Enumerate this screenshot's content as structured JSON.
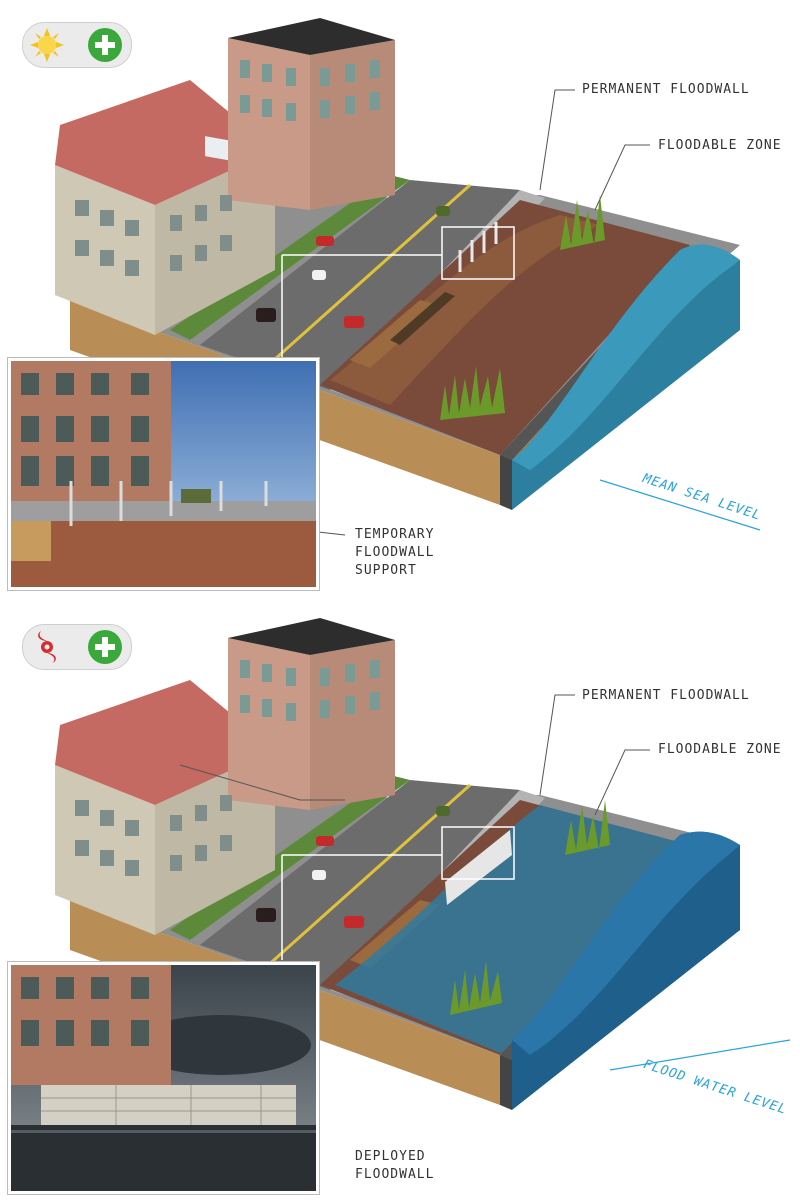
{
  "panels": [
    {
      "scenario_icon": "sun-icon",
      "action_icon": "plus-icon",
      "labels": {
        "permanent_floodwall": "PERMANENT FLOODWALL",
        "floodable_zone": "FLOODABLE ZONE",
        "water_level": "MEAN SEA LEVEL",
        "inset_caption": "TEMPORARY FLOODWALL SUPPORT"
      }
    },
    {
      "scenario_icon": "hurricane-icon",
      "action_icon": "plus-icon",
      "labels": {
        "permanent_floodwall": "PERMANENT FLOODWALL",
        "floodable_zone": "FLOODABLE ZONE",
        "water_level": "FLOOD WATER LEVEL",
        "inset_caption": "DEPLOYED FLOODWALL"
      }
    }
  ],
  "colors": {
    "water_calm": "#2c7f9e",
    "water_flood": "#1f5f8c",
    "brick_plaza": "#7a4a3a",
    "earth": "#c49a62",
    "label_blue": "#2aa3d9",
    "plus_green": "#3aa83a",
    "hurricane_red": "#d62d2d",
    "sun_yellow": "#f5c218"
  }
}
